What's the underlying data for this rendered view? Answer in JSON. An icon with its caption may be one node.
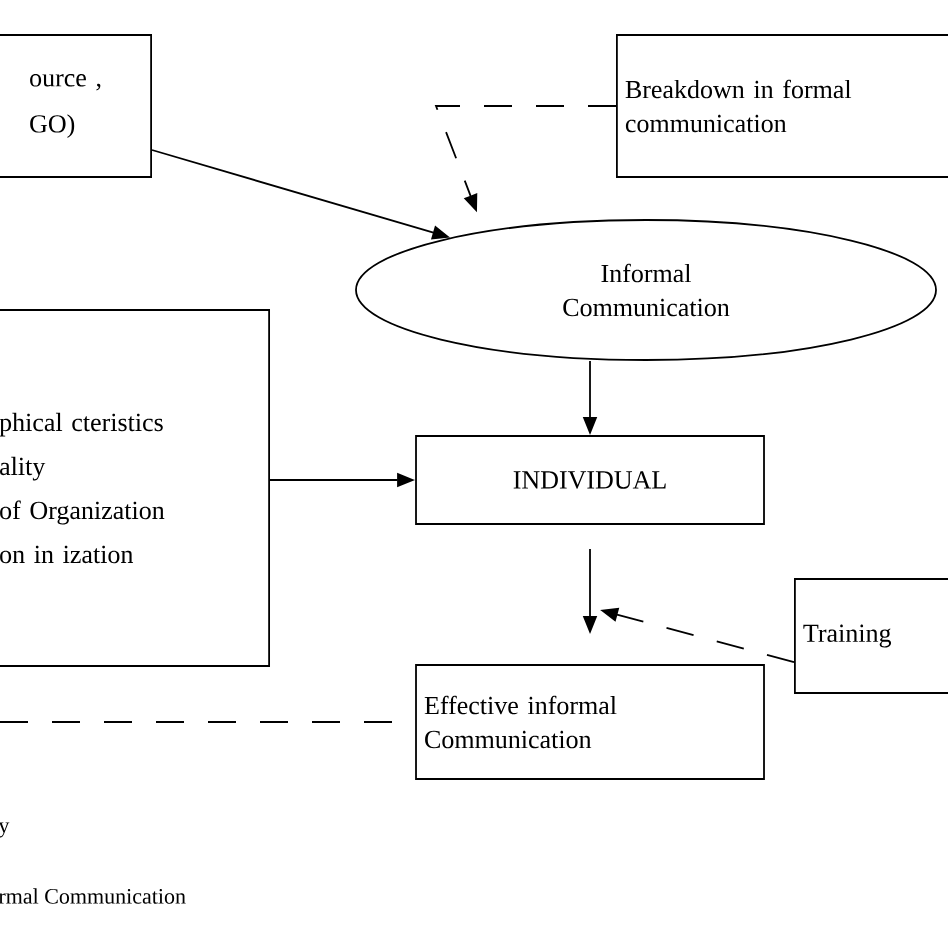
{
  "diagram": {
    "nodes": [
      {
        "text": [
          "ource , GO)"
        ]
      },
      {
        "text": [
          "Breakdown in formal communication"
        ]
      },
      {
        "text": [
          "Informal Communication"
        ]
      },
      {
        "text": [
          "phical cteristics",
          "ality",
          "of Organization",
          "on in ization"
        ]
      },
      {
        "text": [
          "INDIVIDUAL"
        ]
      },
      {
        "text": [
          "Training"
        ]
      },
      {
        "text": [
          "Effective informal Communication"
        ]
      }
    ],
    "edges": [
      {
        "from": 0,
        "to": 2,
        "arrow": "to"
      },
      {
        "from": 1,
        "to": 2,
        "arrow": "to",
        "style": "dashed"
      },
      {
        "from": 2,
        "to": 4,
        "arrow": "to"
      },
      {
        "from": 3,
        "to": 4,
        "arrow": "to"
      },
      {
        "from": 4,
        "to": 6,
        "arrow": "to"
      },
      {
        "from": 5,
        "to": null,
        "arrow": "to",
        "style": "dashed"
      },
      {
        "from": null,
        "to": 6,
        "arrow": "none",
        "style": "dashed"
      }
    ],
    "labels": [
      "y",
      "rmal Communication"
    ]
  }
}
